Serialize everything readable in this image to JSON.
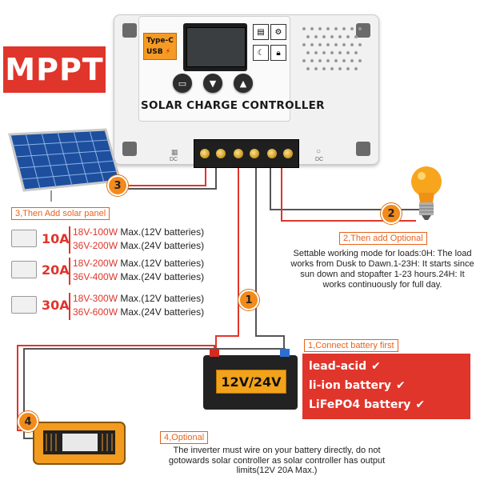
{
  "badge": {
    "text": "MPPT"
  },
  "controller": {
    "typec_line1": "Type-C",
    "typec_line2": "USB",
    "title": "SOLAR CHARGE CONTROLLER",
    "terminal_left_label": "DC",
    "terminal_right_label": "DC"
  },
  "steps": {
    "s1": "1",
    "s2": "2",
    "s3": "3",
    "s4": "4"
  },
  "labels": {
    "add_solar": "3,Then Add solar panel",
    "add_optional": "2,Then add Optional",
    "connect_battery": "1,Connect battery first",
    "optional4": "4,Optional"
  },
  "specs": [
    {
      "amp": "10A",
      "line1_w": "18V-100W",
      "line1_rest": " Max.(12V batteries)",
      "line2_w": "36V-200W",
      "line2_rest": " Max.(24V batteries)"
    },
    {
      "amp": "20A",
      "line1_w": "18V-200W",
      "line1_rest": " Max.(12V batteries)",
      "line2_w": "36V-400W",
      "line2_rest": " Max.(24V batteries)"
    },
    {
      "amp": "30A",
      "line1_w": "18V-300W",
      "line1_rest": " Max.(12V batteries)",
      "line2_w": "36V-600W",
      "line2_rest": " Max.(24V batteries)"
    }
  ],
  "optional_text": "Settable working mode for loads:0H: The load works from Dusk to Dawn.1-23H: It starts since sun down and stopafter 1-23 hours.24H: It works continuously for full day.",
  "battery": {
    "label": "12V/24V"
  },
  "battery_types": [
    "lead-acid",
    "li-ion battery",
    "LiFePO4 battery"
  ],
  "inverter_text": "The inverter must wire on your battery directly, do not gotowards solar controller as solar controller has output limits(12V 20A Max.)",
  "colors": {
    "accent_red": "#e0352b",
    "accent_orange": "#f28a1c"
  }
}
